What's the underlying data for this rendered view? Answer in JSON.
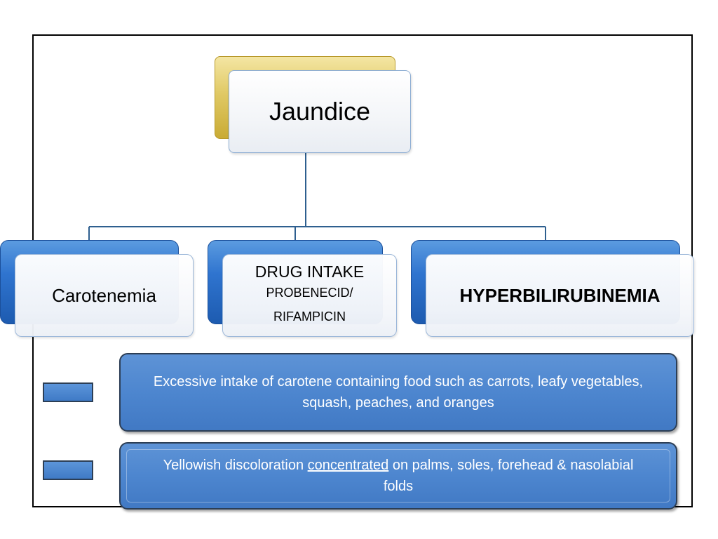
{
  "root": {
    "label": "Jaundice"
  },
  "children": [
    {
      "label": "Carotenemia"
    },
    {
      "title": "DRUG INTAKE",
      "line1": "PROBENECID/",
      "line2": "RIFAMPICIN"
    },
    {
      "label": "HYPERBILIRUBINEMIA"
    }
  ],
  "info": [
    {
      "text": "Excessive intake of carotene containing food such as carrots, leafy vegetables, squash, peaches, and oranges"
    },
    {
      "text_before": "Yellowish discoloration ",
      "text_underlined": "concentrated",
      "text_after": " on palms, soles, forehead & nasolabial folds"
    }
  ],
  "colors": {
    "root_accent": "#e0c965",
    "child_accent": "#2f74cf",
    "info_fill": "#4d86cf",
    "connector": "#2e5f8f"
  }
}
